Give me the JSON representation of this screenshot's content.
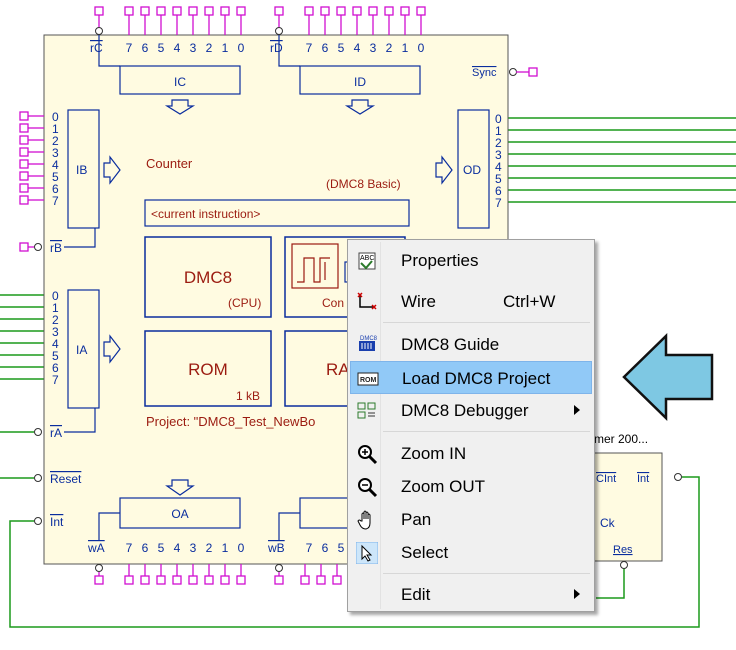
{
  "chip": {
    "port_c_label": "rC",
    "port_d_label": "rD",
    "bit_labels": [
      "7",
      "6",
      "5",
      "4",
      "3",
      "2",
      "1",
      "0"
    ],
    "ic_label": "IC",
    "id_label": "ID",
    "sync_label": "Sync",
    "ib_label": "IB",
    "ia_label": "IA",
    "od_label": "OD",
    "oa_label": "OA",
    "side_bits": [
      "0",
      "1",
      "2",
      "3",
      "4",
      "5",
      "6",
      "7"
    ],
    "counter_label": "Counter",
    "model_label": "(DMC8 Basic)",
    "instruction_label": "<current instruction>",
    "cpu_title": "DMC8",
    "cpu_subtitle": "(CPU)",
    "rom_title": "ROM",
    "rom_size": "1 kB",
    "ram_title_partial": "RA",
    "control_partial": "Con",
    "project_text": "Project: \"DMC8_Test_NewBo",
    "rb_label": "rB",
    "ra_label": "rA",
    "reset_label": "Reset",
    "int_label": "Int",
    "wa_label": "wA",
    "wb_label": "wB",
    "wb_bits_partial": [
      "7",
      "6",
      "5"
    ]
  },
  "timer": {
    "title": "mer 200...",
    "cint_label": "CInt",
    "int_label": "Int",
    "ck_label": "Ck",
    "res_label": "Res"
  },
  "context_menu": {
    "items": [
      {
        "id": "properties",
        "label": "Properties",
        "icon": "properties-icon"
      },
      {
        "id": "wire",
        "label": "Wire",
        "shortcut": "Ctrl+W",
        "icon": "wire-icon"
      },
      {
        "id": "guide",
        "label": "DMC8 Guide",
        "icon": "guide-icon"
      },
      {
        "id": "load",
        "label": "Load DMC8 Project",
        "icon": "rom-icon",
        "highlighted": true
      },
      {
        "id": "debugger",
        "label": "DMC8 Debugger",
        "icon": "debugger-icon",
        "submenu": true
      },
      {
        "id": "zoom_in",
        "label": "Zoom IN",
        "icon": "zoom-in-icon"
      },
      {
        "id": "zoom_out",
        "label": "Zoom OUT",
        "icon": "zoom-out-icon"
      },
      {
        "id": "pan",
        "label": "Pan",
        "icon": "hand-icon"
      },
      {
        "id": "select",
        "label": "Select",
        "icon": "cursor-icon"
      },
      {
        "id": "edit",
        "label": "Edit",
        "icon": "none",
        "submenu": true
      }
    ]
  },
  "colors": {
    "chip_fill": "#fffbe1",
    "block_border": "#0a2d9e",
    "accent_text": "#9b1b10",
    "pin_magenta": "#d10fd1",
    "wire_green": "#1c9a1c",
    "menu_highlight": "#91c9f7",
    "callout_arrow": "#7ec8e3"
  }
}
